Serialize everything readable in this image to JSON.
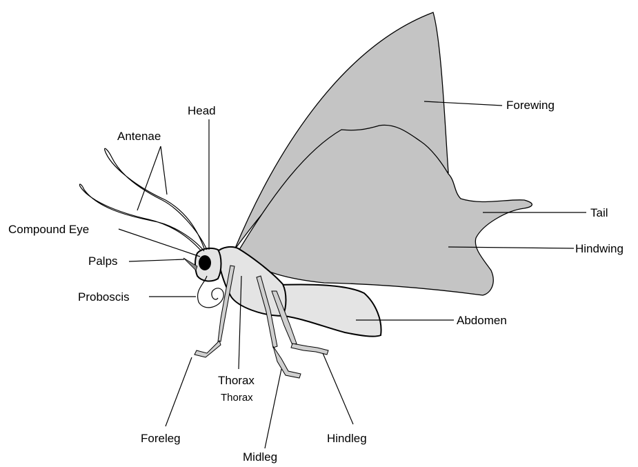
{
  "labels": {
    "forewing": "Forewing",
    "tail": "Tail",
    "hindwing": "Hindwing",
    "abdomen": "Abdomen",
    "head": "Head",
    "antenae": "Antenae",
    "compound_eye": "Compound Eye",
    "palps": "Palps",
    "proboscis": "Proboscis",
    "thorax_1": "Thorax",
    "thorax_2": "Thorax",
    "foreleg": "Foreleg",
    "midleg": "Midleg",
    "hindleg": "Hindleg"
  },
  "colors": {
    "wing": "#c4c4c4",
    "body": "#e4e4e4",
    "dark_leg": "#5a5a5a",
    "eye": "#000000"
  }
}
